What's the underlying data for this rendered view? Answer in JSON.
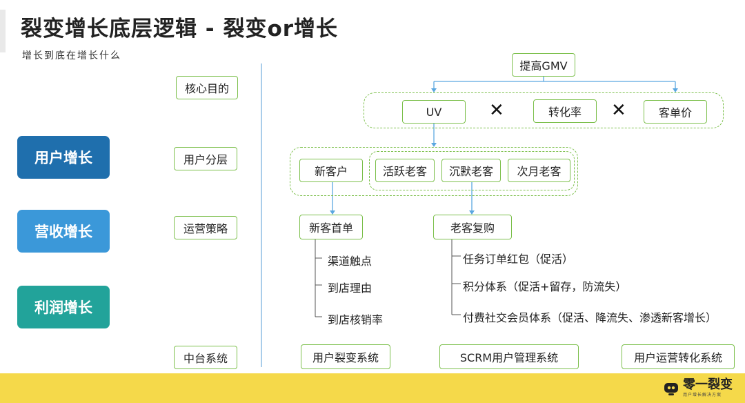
{
  "header": {
    "title": "裂变增长底层逻辑 - 裂变or增长",
    "subtitle": "增长到底在增长什么"
  },
  "left_pillars": [
    "用户增长",
    "营收增长",
    "利润增长"
  ],
  "row_labels": {
    "goal": "核心目的",
    "layer": "用户分层",
    "strategy": "运营策略",
    "platform": "中台系统"
  },
  "colors": {
    "pillar_user": "#1f6fad",
    "pillar_revenue": "#3b98d9",
    "pillar_profit": "#22a39a",
    "box_border": "#7bbf4a",
    "connector": "#5aa7e0",
    "footer": "#f5d94a"
  },
  "goal": {
    "top": "提高GMV",
    "factors": [
      "UV",
      "转化率",
      "客单价"
    ],
    "operator": "✕"
  },
  "layers": {
    "new": "新客户",
    "old": [
      "活跃老客",
      "沉默老客",
      "次月老客"
    ]
  },
  "strategy": {
    "new_first": "新客首单",
    "new_items": [
      "渠道触点",
      "到店理由",
      "到店核销率"
    ],
    "old_repeat": "老客复购",
    "old_items": [
      "任务订单红包（促活）",
      "积分体系（促活+留存，防流失）",
      "付费社交会员体系（促活、降流失、渗透新客增长）"
    ]
  },
  "platforms": [
    "用户裂变系统",
    "SCRM用户管理系统",
    "用户运营转化系统"
  ],
  "brand": {
    "name": "零一裂变",
    "tagline": "用户增长解决方案"
  }
}
